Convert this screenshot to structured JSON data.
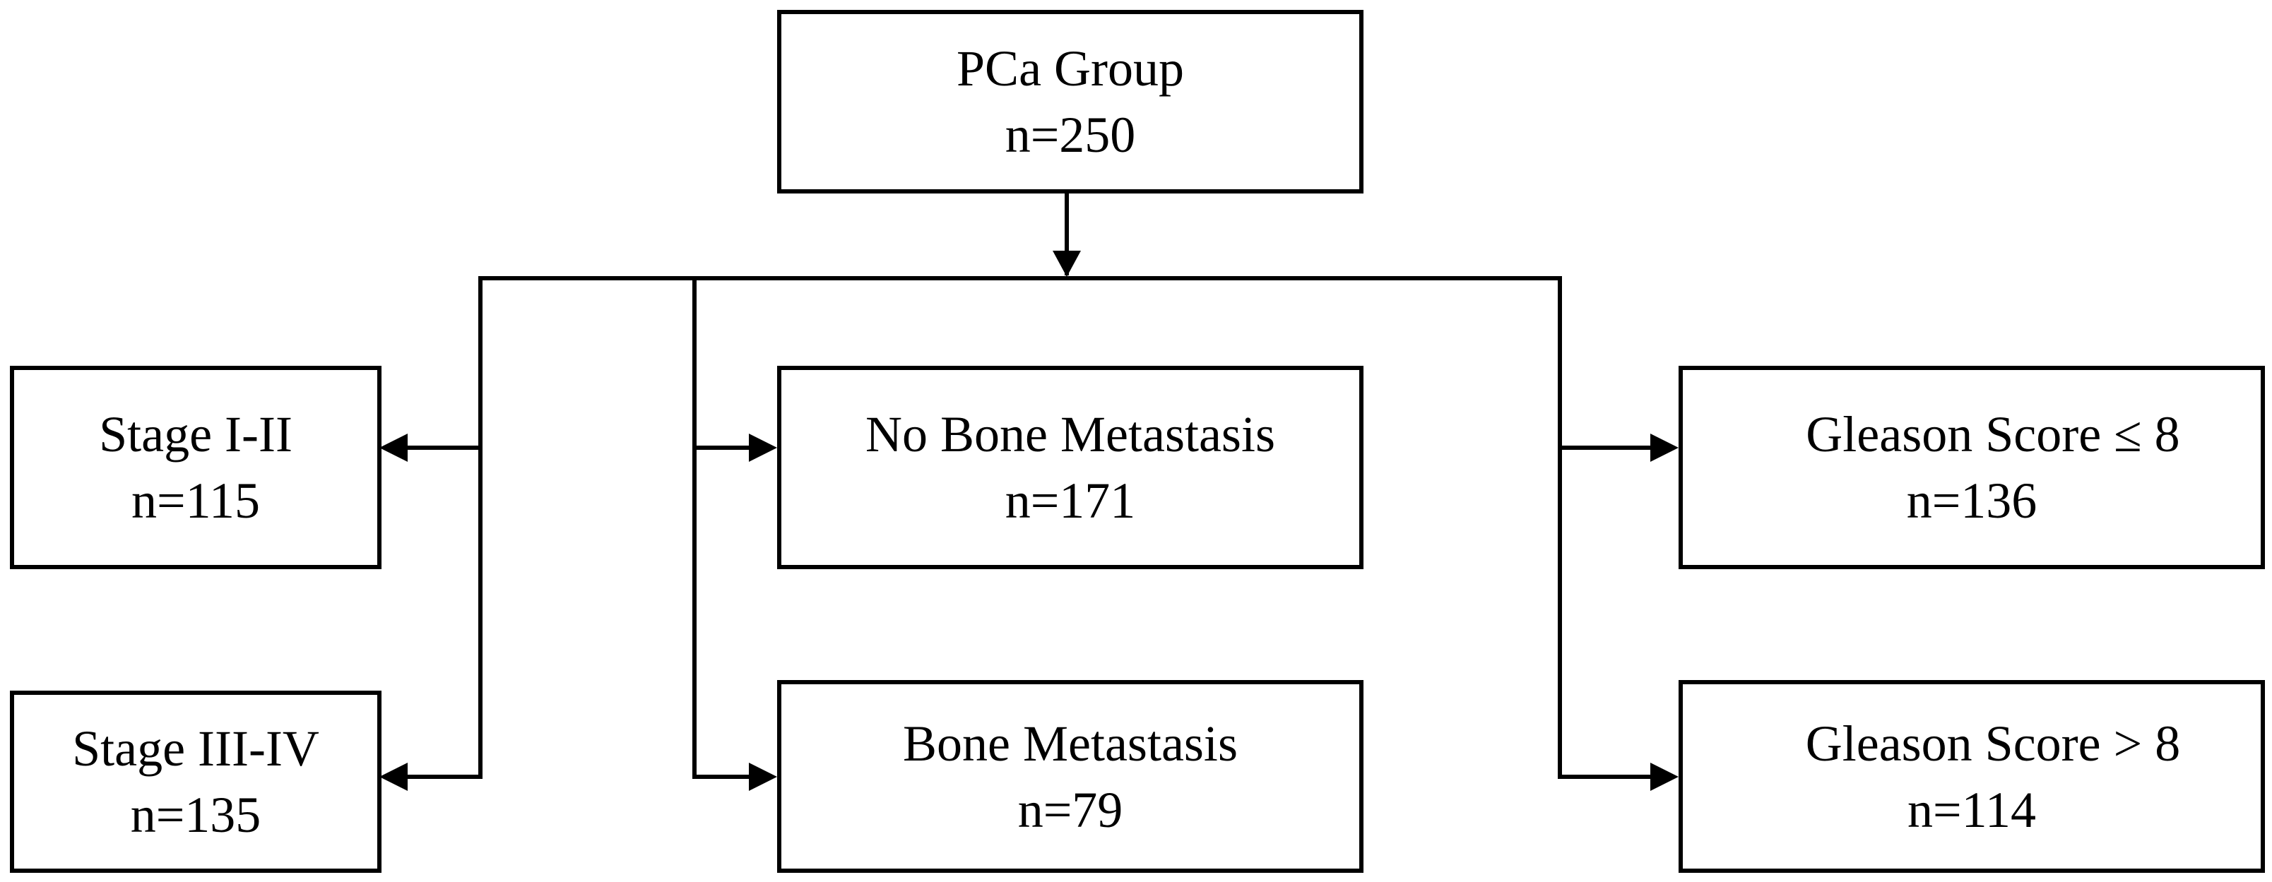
{
  "flowchart": {
    "root": {
      "title": "PCa Group",
      "count": "n=250"
    },
    "stage": [
      {
        "title": "Stage I-II",
        "count": "n=115"
      },
      {
        "title": "Stage III-IV",
        "count": "n=135"
      }
    ],
    "bone": [
      {
        "title": "No Bone Metastasis",
        "count": "n=171"
      },
      {
        "title": "Bone Metastasis",
        "count": "n=79"
      }
    ],
    "gleason": [
      {
        "title": "Gleason Score ≤ 8",
        "count": "n=136"
      },
      {
        "title": "Gleason Score > 8",
        "count": "n=114"
      }
    ]
  },
  "colors": {
    "stroke": "#000000",
    "background": "#ffffff"
  }
}
